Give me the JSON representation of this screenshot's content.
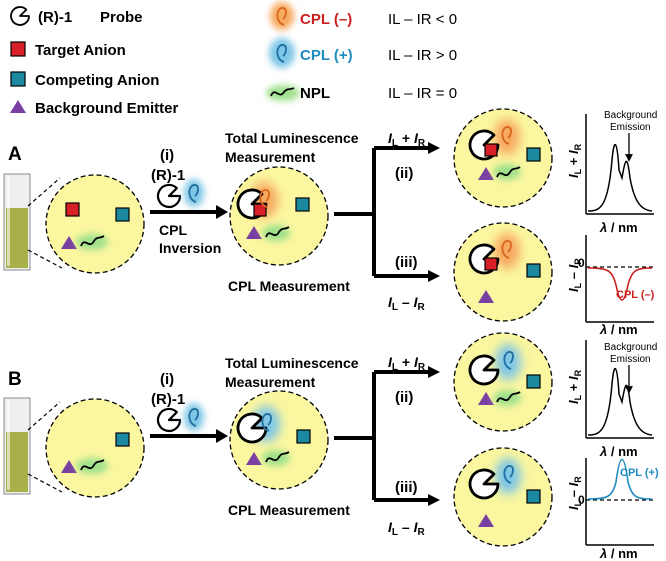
{
  "legend": {
    "probe": {
      "name": "(R)-1",
      "suffix": "Probe"
    },
    "target": "Target Anion",
    "competing": "Competing Anion",
    "background": "Background Emitter",
    "cpl_minus": {
      "label": "CPL (–)",
      "relation": "IL – IR < 0"
    },
    "cpl_plus": {
      "label": "CPL (+)",
      "relation": "IL – IR > 0"
    },
    "npl": {
      "label": "NPL",
      "relation": "IL – IR = 0"
    }
  },
  "panels": [
    {
      "letter": "A",
      "step_i": "(i)",
      "reagent": "(R)-1",
      "inversion": "CPL\nInversion",
      "total": "Total Luminescence\nMeasurement",
      "cpl_meas": "CPL Measurement",
      "step_ii": "(ii)",
      "step_iii": "(iii)",
      "sum": "IL + IR",
      "diff": "IL – IR",
      "bg_emission": "Background\nEmission",
      "zero": "0",
      "cpl_tag": "CPL (–)",
      "xlabel": "λ / nm"
    },
    {
      "letter": "B",
      "step_i": "(i)",
      "reagent": "(R)-1",
      "total": "Total Luminescence\nMeasurement",
      "cpl_meas": "CPL Measurement",
      "step_ii": "(ii)",
      "step_iii": "(iii)",
      "sum": "IL + IR",
      "diff": "IL – IR",
      "bg_emission": "Background\nEmission",
      "zero": "0",
      "cpl_tag": "CPL (+)",
      "xlabel": "λ / nm"
    }
  ],
  "colors": {
    "circle": "#fbf6a0",
    "target": "#d61f26",
    "competing": "#1b8aa1",
    "background": "#7a3fa3",
    "cpl_minus": "#c8211f",
    "cpl_plus": "#1f8cc0",
    "glow_orange": "#f7a960",
    "glow_blue": "#7fc6e6",
    "glow_green": "#9ee08a",
    "cuvette_liquid": "#a8b04a"
  }
}
